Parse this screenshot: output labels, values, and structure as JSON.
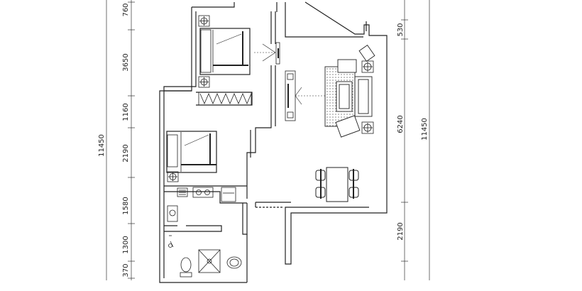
{
  "floorplan": {
    "left_dims": [
      "760",
      "3650",
      "1160",
      "2190",
      "1580",
      "1300",
      "370"
    ],
    "left_total": "11450",
    "right_dims": [
      "530",
      "6240",
      "2190"
    ],
    "right_total": "11450"
  },
  "colors": {
    "line": "#222222",
    "background": "#ffffff"
  }
}
